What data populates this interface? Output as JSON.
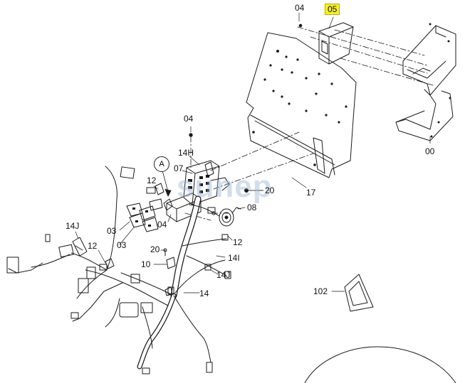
{
  "watermark": "sunep",
  "callouts": {
    "c04_top": "04",
    "c05_highlight": "05",
    "c00": "00",
    "c17": "17",
    "c04_mid": "04",
    "c14H": "14H",
    "c07": "07",
    "c12_a": "12",
    "c20_right": "20",
    "c08": "08",
    "c12_b": "12",
    "c14J_left": "14J",
    "c03_a": "03",
    "c03_b": "03",
    "c04_low": "04",
    "c12_c": "12",
    "c20_low": "20",
    "c14I": "14I",
    "c10": "10",
    "c14J_low": "14J",
    "c14": "14",
    "c102": "102",
    "circleA": "A"
  },
  "colors": {
    "highlight": "#f6ef2a",
    "line": "#1a1a1a",
    "watermark": "#9db6d6"
  }
}
